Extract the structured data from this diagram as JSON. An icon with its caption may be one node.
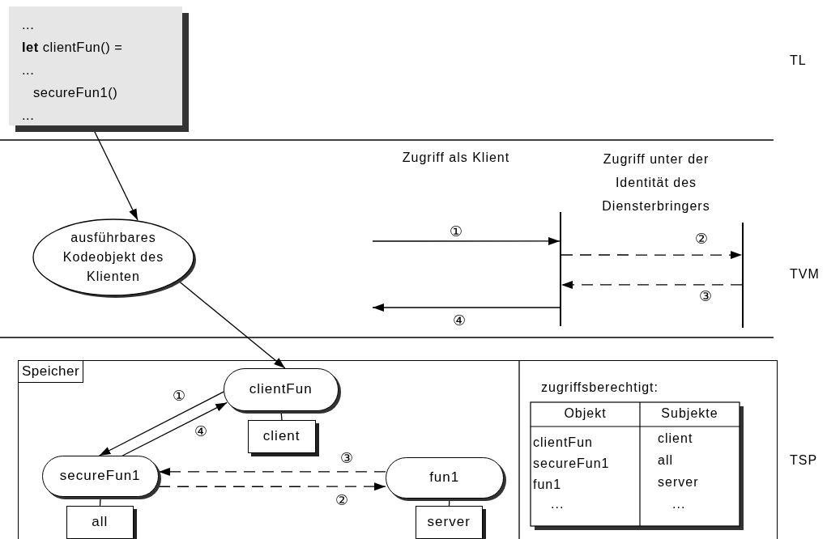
{
  "diagram": {
    "nodes": [
      {
        "text": [
          "...",
          "**let** clientFun() =",
          "...",
          "secureFun1()",
          "..."
        ]
      },
      {
        "text": [
          "ausführbares Kodeobjekt des Klienten"
        ]
      },
      {
        "text": [
          "Speicher"
        ]
      },
      {
        "text": [
          "clientFun"
        ],
        "in": 2
      },
      {
        "text": [
          "client"
        ],
        "in": 2
      },
      {
        "text": [
          "secureFun1"
        ],
        "in": 2
      },
      {
        "text": [
          "all"
        ],
        "in": 2
      },
      {
        "text": [
          "fun1"
        ],
        "in": 2
      },
      {
        "text": [
          "server"
        ],
        "in": 2
      },
      {
        "text": [],
        "shape": "bar"
      },
      {
        "text": [],
        "shape": "bar"
      }
    ],
    "edges": [
      {
        "from": 0,
        "to": 1,
        "arrow": "to"
      },
      {
        "from": 1,
        "to": 3,
        "arrow": "to"
      },
      {
        "from": 3,
        "to": 5,
        "arrow": "to",
        "label": "①"
      },
      {
        "from": 5,
        "to": 3,
        "arrow": "to",
        "label": "④"
      },
      {
        "from": 7,
        "to": 5,
        "arrow": "to",
        "label": "③",
        "style": "dashed"
      },
      {
        "from": 5,
        "to": 7,
        "arrow": "to",
        "label": "②",
        "style": "dashed"
      },
      {
        "from": 3,
        "to": 4,
        "arrow": "none"
      },
      {
        "from": 5,
        "to": 6,
        "arrow": "none"
      },
      {
        "from": 7,
        "to": 8,
        "arrow": "none"
      },
      {
        "from": null,
        "to": 9,
        "arrow": "to",
        "label": "①"
      },
      {
        "from": 9,
        "to": 10,
        "arrow": "to",
        "label": "②",
        "style": "dashed"
      },
      {
        "from": 10,
        "to": 9,
        "arrow": "to",
        "label": "③",
        "style": "dashed"
      },
      {
        "from": 9,
        "to": null,
        "arrow": "to",
        "label": "④"
      }
    ],
    "labels": [
      "TL",
      "Zugriff als Klient",
      "Zugriff unter der Identität des Diensterbringers",
      "TVM",
      "zugriffsberechtigt:",
      "Objekt",
      "Subjekte",
      "clientFun",
      "client",
      "secureFun1",
      "all",
      "fun1",
      "server",
      "...",
      "...",
      "TSP"
    ]
  }
}
